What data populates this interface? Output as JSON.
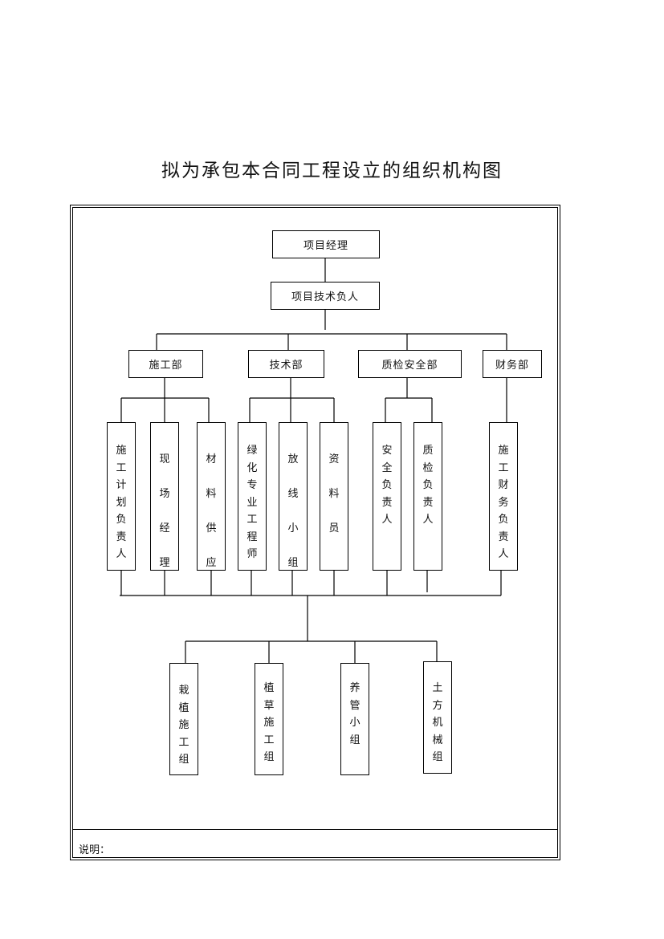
{
  "title": "拟为承包本合同工程设立的组织机构图",
  "levels": {
    "manager": "项目经理",
    "tech_lead": "项目技术负人",
    "departments": [
      "施工部",
      "技术部",
      "质检安全部",
      "财务部"
    ],
    "roles": [
      "施工计划负责人",
      "现场经理",
      "材料供应",
      "绿化专业工程师",
      "放线小组",
      "资料员",
      "安全负责人",
      "质检负责人",
      "施工财务负责人"
    ],
    "teams": [
      "栽植施工组",
      "植草施工组",
      "养管小组",
      "土方机械组"
    ]
  },
  "note_label": "说明："
}
